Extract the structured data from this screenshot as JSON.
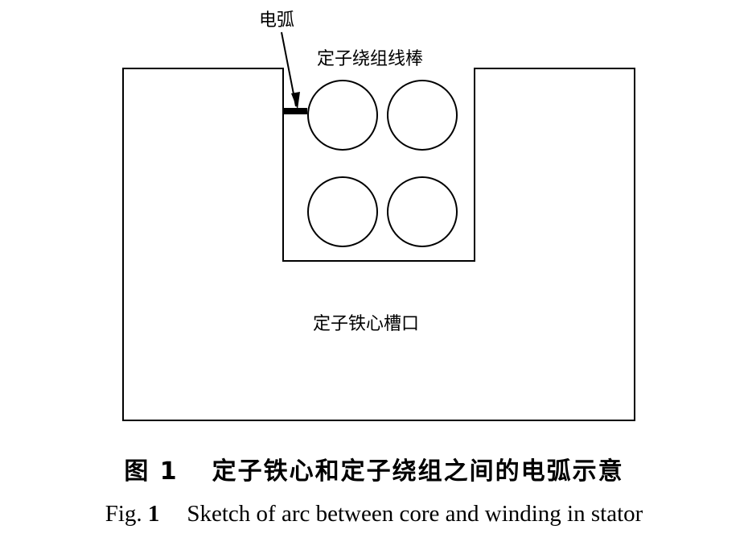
{
  "labels": {
    "arc": "电弧",
    "winding_bars": "定子绕组线棒",
    "core_slot": "定子铁心槽口"
  },
  "caption": {
    "cn_fig_label": "图 1",
    "cn_title": "定子铁心和定子绕组之间的电弧示意",
    "en_fig_prefix": "Fig.",
    "en_fig_number": "1",
    "en_title": "Sketch of arc between core and winding in stator"
  }
}
